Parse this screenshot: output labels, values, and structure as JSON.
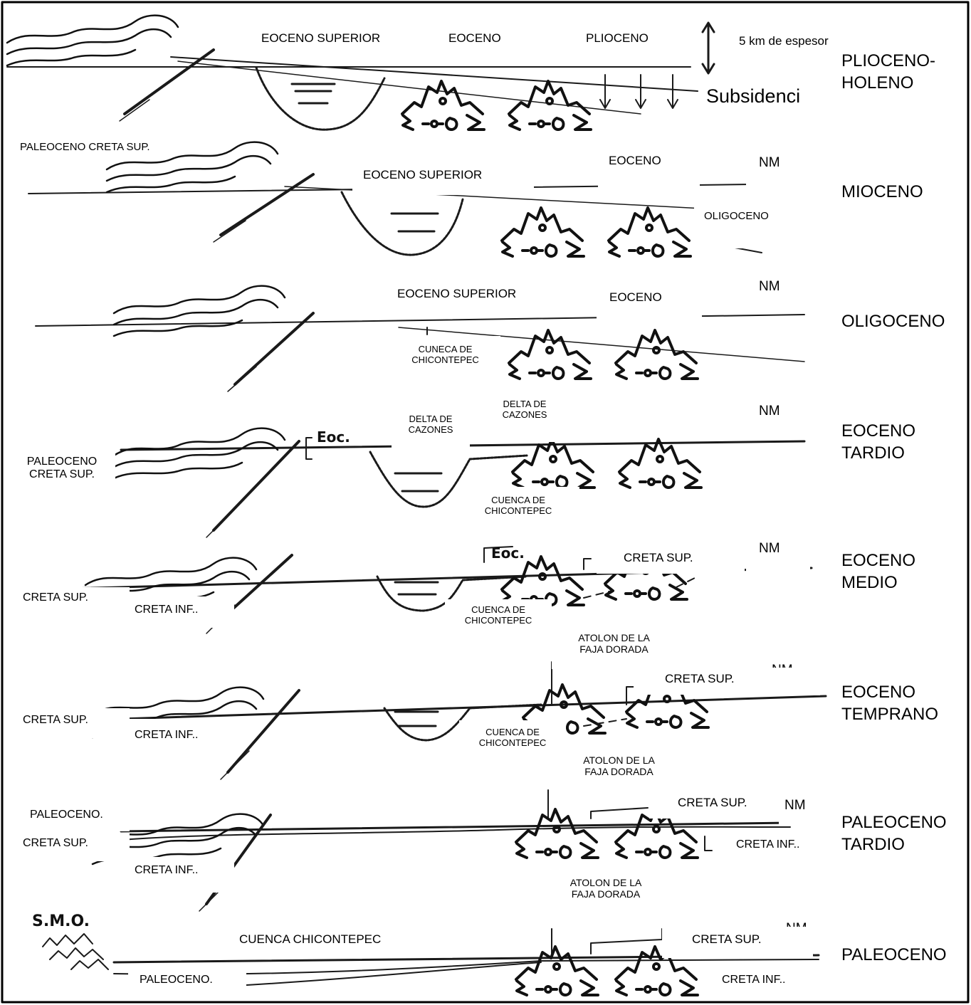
{
  "title": "",
  "scale": {
    "thickness": "5 km de espesor",
    "subsidence": "Subsidenci"
  },
  "handwritten": {
    "smo": "S.M.O.",
    "eoc_tardio": "Eoc.",
    "eoc_medio": "Eoc."
  },
  "panels": [
    {
      "age": "PLIOCENO-\nHOLENO",
      "labels": [
        "EOCENO SUPERIOR",
        "EOCENO",
        "PLIOCENO"
      ]
    },
    {
      "age": "MIOCENO",
      "labels": [
        "PALEOCENO\nCRETA SUP.",
        "EOCENO SUPERIOR",
        "EOCENO",
        "NM",
        "OLIGOCENO"
      ]
    },
    {
      "age": "OLIGOCENO",
      "labels": [
        "EOCENO SUPERIOR",
        "EOCENO",
        "NM",
        "CUNECA DE\nCHICONTEPEC"
      ]
    },
    {
      "age": "EOCENO\nTARDIO",
      "labels": [
        "DELTA DE\nCAZONES",
        "DELTA DE\nCAZONES",
        "NM",
        "PALEOCENO\nCRETA SUP.",
        "CUENCA DE\nCHICONTEPEC"
      ]
    },
    {
      "age": "EOCENO\nMEDIO",
      "labels": [
        "CRETA SUP.",
        "NM",
        "CRETA SUP.",
        "CRETA INF..",
        "CUENCA DE\nCHICONTEPEC",
        "ATOLON DE LA\nFAJA DORADA"
      ]
    },
    {
      "age": "EOCENO\nTEMPRANO",
      "labels": [
        "NM",
        "CRETA SUP.",
        "CRETA SUP.",
        "CRETA INF..",
        "CUENCA DE\nCHICONTEPEC",
        "ATOLON DE LA\nFAJA DORADA"
      ]
    },
    {
      "age": "PALEOCENO\nTARDIO",
      "labels": [
        "CRETA SUP.",
        "NM",
        "PALEOCENO.",
        "CRETA SUP.",
        "CRETA INF..",
        "CRETA INF..",
        "ATOLON DE LA\nFAJA DORADA"
      ]
    },
    {
      "age": "PALEOCENO",
      "labels": [
        "NM",
        "CUENCA CHICONTEPEC",
        "CRETA SUP.",
        "PALEOCENO.",
        "CRETA INF.."
      ]
    }
  ]
}
